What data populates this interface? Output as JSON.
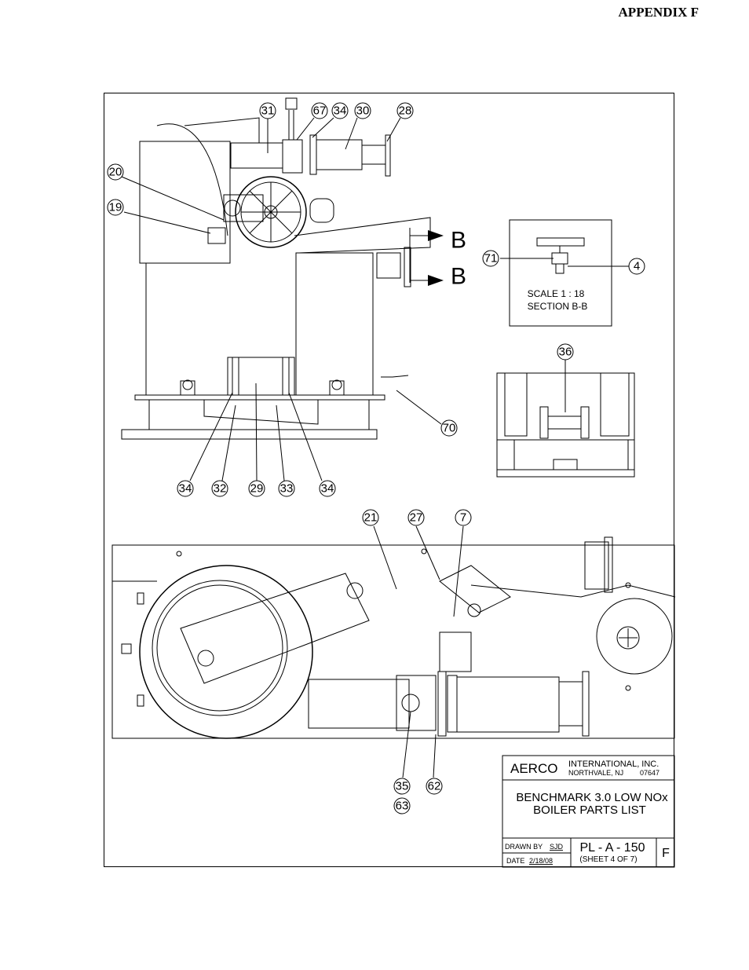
{
  "header": {
    "appendix": "APPENDIX F"
  },
  "section_view": {
    "label_b": "B",
    "scale": "SCALE 1 : 18",
    "section": "SECTION B-B"
  },
  "balloons": {
    "b31": "31",
    "b67": "67",
    "b34a": "34",
    "b30": "30",
    "b28": "28",
    "b20": "20",
    "b19": "19",
    "b71": "71",
    "b4": "4",
    "b36": "36",
    "b70": "70",
    "b34b": "34",
    "b32": "32",
    "b29": "29",
    "b33": "33",
    "b34c": "34",
    "b21": "21",
    "b27": "27",
    "b7": "7",
    "b35": "35",
    "b62": "62",
    "b63": "63"
  },
  "title_block": {
    "company": "AERCO",
    "company_full": "INTERNATIONAL, INC.",
    "address": "NORTHVALE, NJ",
    "zip": "07647",
    "title_line1": "BENCHMARK 3.0 LOW NOx",
    "title_line2": "BOILER PARTS LIST",
    "drawn_by_label": "DRAWN BY",
    "drawn_by": "SJD",
    "date_label": "DATE",
    "date": "2/18/08",
    "drawing_number": "PL - A - 150",
    "sheet": "(SHEET 4 OF 7)",
    "revision": "F"
  }
}
